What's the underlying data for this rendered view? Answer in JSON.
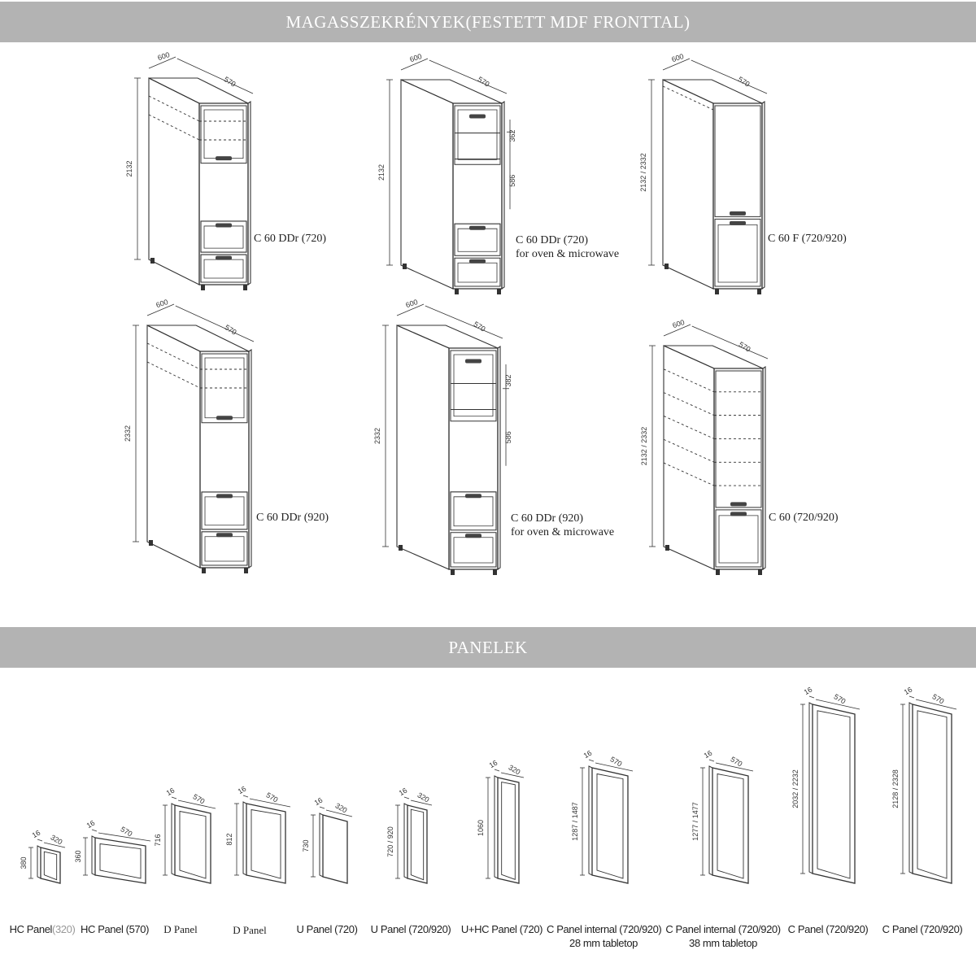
{
  "sections": {
    "cabinets_title": "MAGASSZEKRÉNYEK(FESTETT MDF FRONTTAL)",
    "panels_title": "PANELEK"
  },
  "cabinets": [
    {
      "name": "C 60 DDr (720)",
      "note": "",
      "dims": {
        "w": "600",
        "d": "570",
        "h": "2132"
      }
    },
    {
      "name": "C 60 DDr (720)",
      "note": "for oven & microwave",
      "dims": {
        "w": "600",
        "d": "570",
        "h": "2132",
        "upper": "362",
        "lower": "586"
      }
    },
    {
      "name": "C 60 F (720/920)",
      "note": "",
      "dims": {
        "w": "600",
        "d": "570",
        "h": "2132 / 2332"
      }
    },
    {
      "name": "C 60 DDr (920)",
      "note": "",
      "dims": {
        "w": "600",
        "d": "570",
        "h": "2332"
      }
    },
    {
      "name": "C 60 DDr (920)",
      "note": "for oven & microwave",
      "dims": {
        "w": "600",
        "d": "570",
        "h": "2332",
        "upper": "382",
        "lower": "586"
      }
    },
    {
      "name": "C 60 (720/920)",
      "note": "",
      "dims": {
        "w": "600",
        "d": "570",
        "h": "2132 / 2332"
      }
    }
  ],
  "panels": [
    {
      "name": "HC Panel",
      "suffix": "(320)",
      "line2": "",
      "t": "16",
      "w": "320",
      "h": "380"
    },
    {
      "name": "HC Panel (570)",
      "suffix": "",
      "line2": "",
      "t": "16",
      "w": "570",
      "h": "360"
    },
    {
      "name": "D Panel",
      "suffix": "",
      "line2": "",
      "t": "16",
      "w": "570",
      "h": "716"
    },
    {
      "name": "D Panel",
      "suffix": "",
      "line2": "",
      "t": "16",
      "w": "570",
      "h": "812"
    },
    {
      "name": "U Panel (720)",
      "suffix": "",
      "line2": "",
      "t": "16",
      "w": "320",
      "h": "730"
    },
    {
      "name": "U Panel (720/920)",
      "suffix": "",
      "line2": "",
      "t": "16",
      "w": "320",
      "h": "720 / 920"
    },
    {
      "name": "U+HC Panel (720)",
      "suffix": "",
      "line2": "",
      "t": "16",
      "w": "320",
      "h": "1060"
    },
    {
      "name": "C Panel internal (720/920)",
      "suffix": "",
      "line2": "28 mm tabletop",
      "t": "16",
      "w": "570",
      "h": "1287 / 1487"
    },
    {
      "name": "C Panel internal (720/920)",
      "suffix": "",
      "line2": "38 mm tabletop",
      "t": "16",
      "w": "570",
      "h": "1277 / 1477"
    },
    {
      "name": "C Panel (720/920)",
      "suffix": "",
      "line2": "",
      "t": "16",
      "w": "570",
      "h": "2032 / 2232"
    },
    {
      "name": "C Panel (720/920)",
      "suffix": "",
      "line2": "",
      "t": "16",
      "w": "570",
      "h": "2128 / 2328"
    }
  ]
}
